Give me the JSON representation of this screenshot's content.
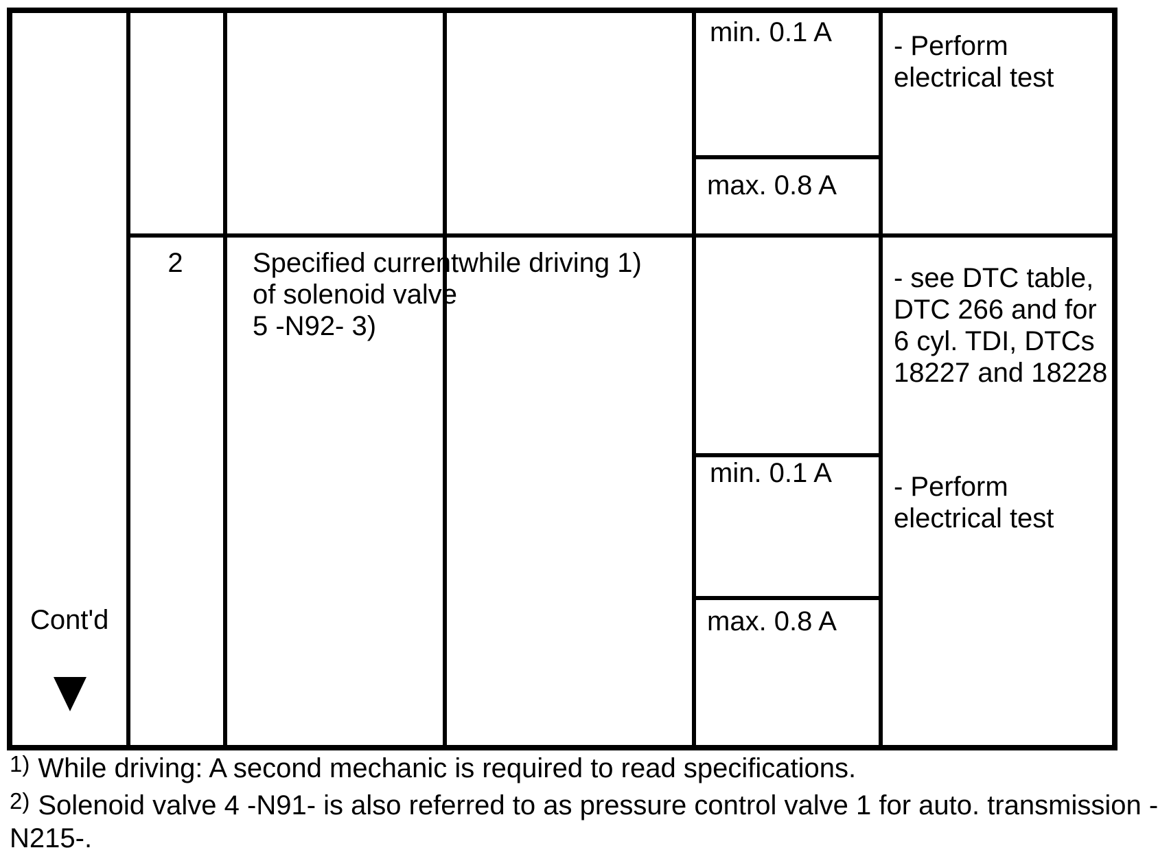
{
  "table": {
    "continued": {
      "label": "Cont'd",
      "arrow_icon": "down-triangle"
    },
    "row1": {
      "values": {
        "min": "min. 0.1 A",
        "max": "max. 0.8 A"
      },
      "result_electrical": {
        "line1": "- Perform",
        "line2": "electrical test"
      }
    },
    "row2": {
      "step": "2",
      "test_item": {
        "line1": "Specified current",
        "line2": "of solenoid valve",
        "line3": "5 -N92- 3)"
      },
      "condition": "while driving 1)",
      "values": {
        "min": "min. 0.1 A",
        "max": "max. 0.8 A"
      },
      "result_dtc": {
        "line1": "- see DTC table,",
        "line2": "DTC 266 and for",
        "line3": "6 cyl. TDI, DTCs",
        "line4": "18227 and 18228"
      },
      "result_electrical": {
        "line1": "- Perform",
        "line2": "electrical test"
      }
    }
  },
  "footnotes": {
    "fn1": {
      "marker": "1)",
      "text": "While driving: A second mechanic is required to read specifications."
    },
    "fn2": {
      "marker": "2)",
      "text_line1": "Solenoid valve 4 -N91- is also referred to as pressure control valve 1 for auto. transmission -",
      "text_line2": "N215-."
    }
  },
  "colors": {
    "ink": "#000000",
    "paper": "#ffffff"
  }
}
